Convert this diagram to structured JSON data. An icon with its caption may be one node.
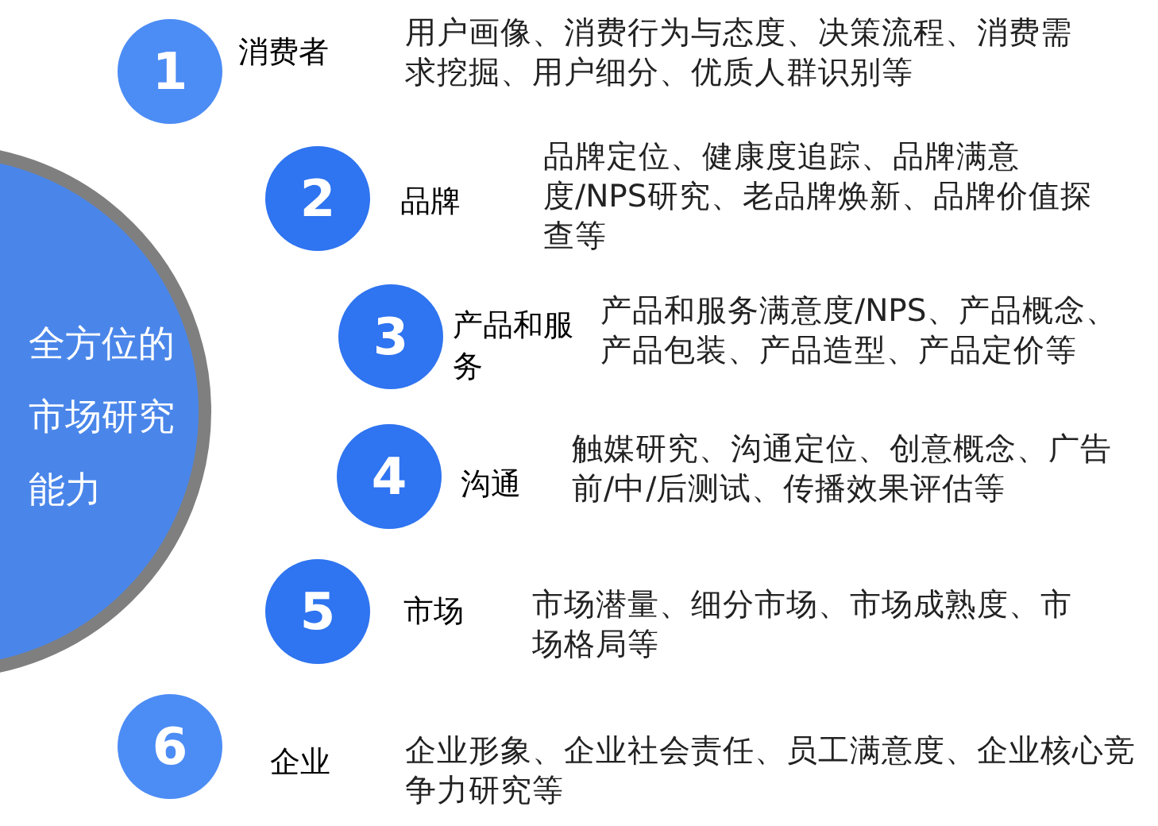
{
  "diagram": {
    "nodes": [
      {
        "text": [
          "全方位的市场研究能力"
        ]
      },
      {
        "text": [
          "1"
        ],
        "beside": [
          "消费者",
          "用户画像、消费行为与态度、决策流程、消费需求挖掘、用户细分、优质人群识别等"
        ]
      },
      {
        "text": [
          "2"
        ],
        "beside": [
          "品牌",
          "品牌定位、健康度追踪、品牌满意度/NPS研究、老品牌焕新、品牌价值探查等"
        ]
      },
      {
        "text": [
          "3"
        ],
        "beside": [
          "产品和服务",
          "产品和服务满意度/NPS、产品概念、产品包装、产品造型、产品定价等"
        ]
      },
      {
        "text": [
          "4"
        ],
        "beside": [
          "沟通",
          "触媒研究、沟通定位、创意概念、广告前/中/后测试、传播效果评估等"
        ]
      },
      {
        "text": [
          "5"
        ],
        "beside": [
          "市场",
          "市场潜量、细分市场、市场成熟度、市场格局等"
        ]
      },
      {
        "text": [
          "6"
        ],
        "beside": [
          "企业",
          "企业形象、企业社会责任、员工满意度、企业核心竞争力研究等"
        ]
      }
    ]
  }
}
